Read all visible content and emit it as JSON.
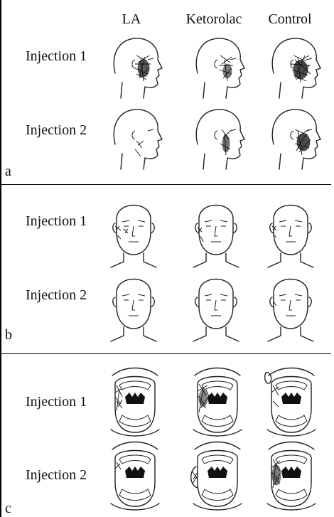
{
  "columns": [
    "LA",
    "Ketorolac",
    "Control"
  ],
  "panels": [
    {
      "letter": "a",
      "view": "lateral-head",
      "rows": [
        "Injection 1",
        "Injection 2"
      ]
    },
    {
      "letter": "b",
      "view": "frontal-face",
      "rows": [
        "Injection 1",
        "Injection 2"
      ]
    },
    {
      "letter": "c",
      "view": "intraoral",
      "rows": [
        "Injection 1",
        "Injection 2"
      ]
    }
  ],
  "icons": {
    "lateral": "lateral-head-pain-drawing-icon",
    "frontal": "frontal-face-pain-drawing-icon",
    "intraoral": "intraoral-mouth-pain-drawing-icon"
  }
}
